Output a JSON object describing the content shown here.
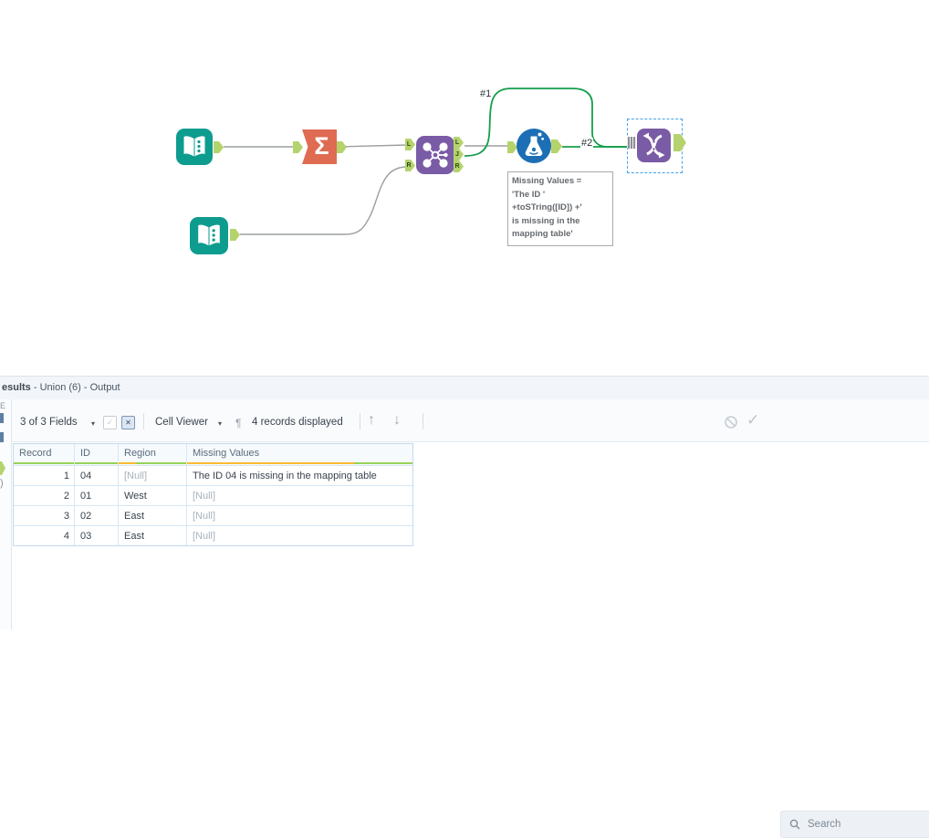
{
  "colors": {
    "tool-teal": "#0e9c8f",
    "tool-coral": "#df6b52",
    "tool-purple": "#7a5ba6",
    "tool-blue": "#1c6eb5",
    "anchor-green": "#b5d36c",
    "wire-gray": "#9c9fa1",
    "wire-green": "#149e4c",
    "selection-blue": "#41a2ec",
    "quality-green": "#97d455",
    "quality-orange": "#ffba30",
    "null-text": "#a9b2bc",
    "panel-strip-bg": "#f2f6fb",
    "grid-line": "#d6e7f5"
  },
  "canvas": {
    "connection_labels": {
      "c1": "#1",
      "c2": "#2"
    },
    "annotation": {
      "lines": [
        "Missing Values =",
        "'The ID '",
        "+toSTring([ID]) +'",
        "is missing in the",
        "mapping table'"
      ]
    },
    "tools": {
      "summarize": {
        "glyph": "Σ"
      },
      "join": {
        "in_l": "L",
        "in_r": "R",
        "out_l": "L",
        "out_j": "J",
        "out_r": "R"
      }
    }
  },
  "icons": {
    "caret": "▾",
    "pilcrow": "¶",
    "arrow_up": "↑",
    "arrow_down": "↓",
    "check": "✓",
    "x_mark": "✕",
    "checkbox_check": "✓"
  },
  "results": {
    "title": {
      "bold": "esults",
      "rest": " - Union (6) - Output"
    },
    "toolbar": {
      "fields_dropdown": "3 of 3 Fields",
      "cell_viewer_dropdown": "Cell Viewer",
      "records_displayed": "4 records displayed",
      "search_placeholder": "Search"
    },
    "side_strip": {
      "partial_top": "E",
      "partial_bottom": ")"
    },
    "table": {
      "columns": [
        "Record",
        "ID",
        "Region",
        "Missing Values"
      ],
      "rows": [
        {
          "record": "1",
          "id": "04",
          "region": "[Null]",
          "missing": "The ID 04 is missing in the mapping table"
        },
        {
          "record": "2",
          "id": "01",
          "region": "West",
          "missing": "[Null]"
        },
        {
          "record": "3",
          "id": "02",
          "region": "East",
          "missing": "[Null]"
        },
        {
          "record": "4",
          "id": "03",
          "region": "East",
          "missing": "[Null]"
        }
      ]
    }
  }
}
